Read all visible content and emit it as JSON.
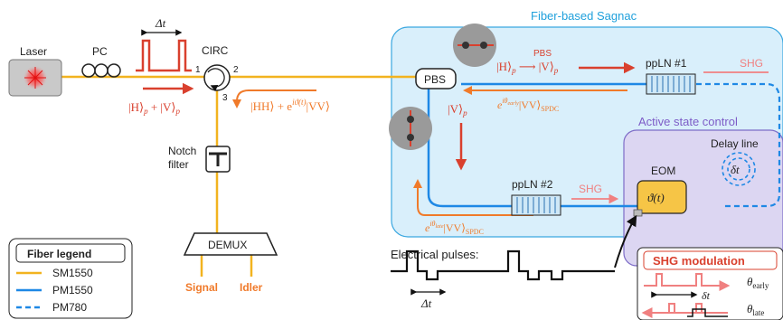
{
  "colors": {
    "sm1550": "#f2b31f",
    "pm1550": "#1e88e5",
    "pm780": "#1e88e5",
    "sagnac_bg": "#d9effb",
    "sagnac_border": "#3aa7e0",
    "sagnac_title": "#1fa0dc",
    "active_bg": "#dcd6f2",
    "active_border": "#7d6cc7",
    "active_title": "#7d5cc7",
    "red_arrow": "#d9402e",
    "orange_arrow": "#f07a2a",
    "pink": "#f08080",
    "eom_fill": "#f6c546"
  },
  "labels": {
    "laser": "Laser",
    "pc": "PC",
    "circ": "CIRC",
    "port1": "1",
    "port2": "2",
    "port3": "3",
    "delta_t": "Δt",
    "input_state": "|H⟩p + |V⟩p",
    "return_state_a": "|HH⟩ + e",
    "return_state_exp": "iϑ(t)",
    "return_state_b": "|VV⟩",
    "notch_line1": "Notch",
    "notch_line2": "filter",
    "demux": "DEMUX",
    "signal": "Signal",
    "idler": "Idler",
    "sagnac_title": "Fiber-based Sagnac",
    "pbs": "PBS",
    "pbs_arrow_label": "PBS",
    "h_to_v_left": "|H⟩p",
    "h_to_v_right": "|V⟩p",
    "early_state": "e^{iθearly}|VV⟩SPDC",
    "v_state": "|V⟩p",
    "late_state": "e^{iθlate}|VV⟩SPDC",
    "ppln1": "ppLN #1",
    "ppln2": "ppLN #2",
    "shg_top": "SHG",
    "shg_mid": "SHG",
    "active_title": "Active state control",
    "delay_line": "Delay line",
    "delta_t_symbol": "δt",
    "eom": "EOM",
    "eom_symbol": "ϑ(t)",
    "electrical_pulses": "Electrical pulses:",
    "elec_delta_t": "Δt",
    "shg_modulation": "SHG modulation",
    "theta_early": "θearly",
    "theta_late": "θlate",
    "mod_delta_t": "δt"
  },
  "legend": {
    "title": "Fiber legend",
    "items": [
      {
        "label": "SM1550",
        "style": "solid",
        "color": "#f2b31f"
      },
      {
        "label": "PM1550",
        "style": "solid",
        "color": "#1e88e5"
      },
      {
        "label": "PM780",
        "style": "dashed",
        "color": "#1e88e5"
      }
    ]
  }
}
